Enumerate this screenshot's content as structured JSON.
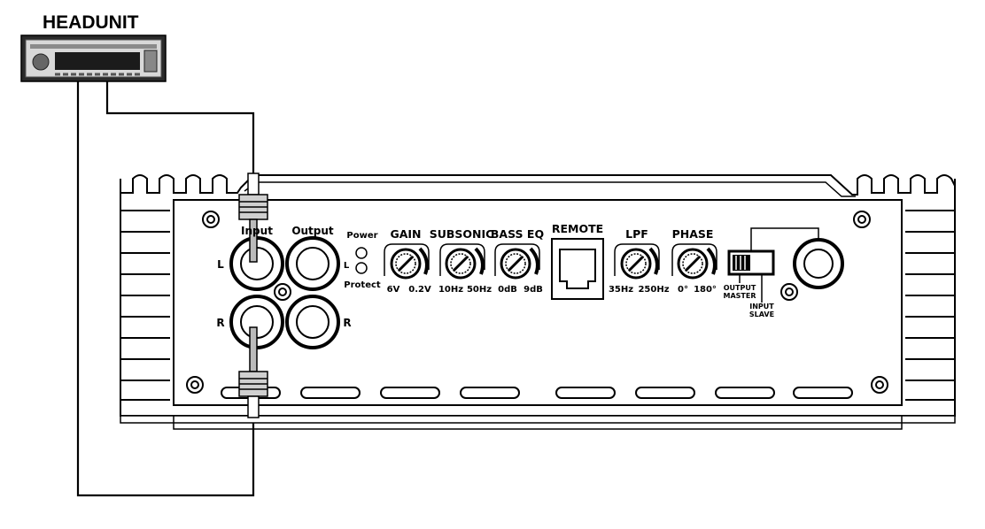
{
  "title": "HEADUNIT",
  "headunit": {
    "display_text": ""
  },
  "amplifier": {
    "input_label": "Input",
    "output_label": "Output",
    "channel_left": "L",
    "channel_right": "R",
    "output_channel_right": "R",
    "indicators": {
      "power": "Power",
      "l": "L",
      "protect": "Protect"
    },
    "gain": {
      "label": "GAIN",
      "min": "6V",
      "max": "0.2V"
    },
    "subsonic": {
      "label": "SUBSONIC",
      "min": "10Hz",
      "max": "50Hz"
    },
    "bass_eq": {
      "label": "BASS EQ",
      "min": "0dB",
      "max": "9dB"
    },
    "remote": {
      "label": "REMOTE"
    },
    "lpf": {
      "label": "LPF",
      "min": "35Hz",
      "max": "250Hz"
    },
    "phase": {
      "label": "PHASE",
      "min": "0°",
      "max": "180°"
    },
    "switch": {
      "output_label": "OUTPUT",
      "master_label": "MASTER",
      "input_label": "INPUT",
      "slave_label": "SLAVE"
    }
  }
}
